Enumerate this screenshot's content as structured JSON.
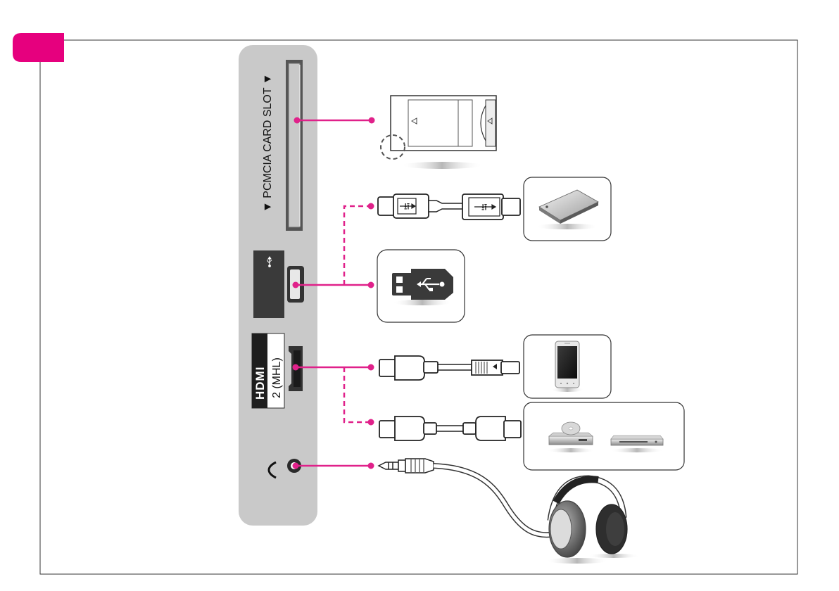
{
  "page": {
    "tab_color": "#e6007e",
    "frame_color": "#333333"
  },
  "panel": {
    "background": "#c9c9c9",
    "pcmcia_label": "▼ PCMCIA CARD SLOT ▼",
    "usb_symbol": "usb-icon",
    "hdmi_logo": "HDMI",
    "hdmi_port_label": "2 (MHL)",
    "headphone_symbol": "headphone-icon"
  },
  "connections": {
    "line_color": "#e0218a",
    "items": [
      {
        "from": "pcmcia-slot",
        "to": "ci-module",
        "style": "solid"
      },
      {
        "from": "usb-port",
        "to": "usb-flash-drive",
        "style": "solid"
      },
      {
        "from": "usb-port",
        "to": "usb-hard-drive",
        "style": "dashed"
      },
      {
        "from": "hdmi-port",
        "to": "smartphone",
        "style": "solid"
      },
      {
        "from": "hdmi-port",
        "to": "dvd-and-set-top-box",
        "style": "dashed"
      },
      {
        "from": "headphone-jack",
        "to": "headphones",
        "style": "solid"
      }
    ]
  },
  "devices": [
    "ci-module",
    "usb-hard-drive",
    "usb-flash-drive",
    "smartphone",
    "dvd-player",
    "set-top-box",
    "headphones"
  ]
}
